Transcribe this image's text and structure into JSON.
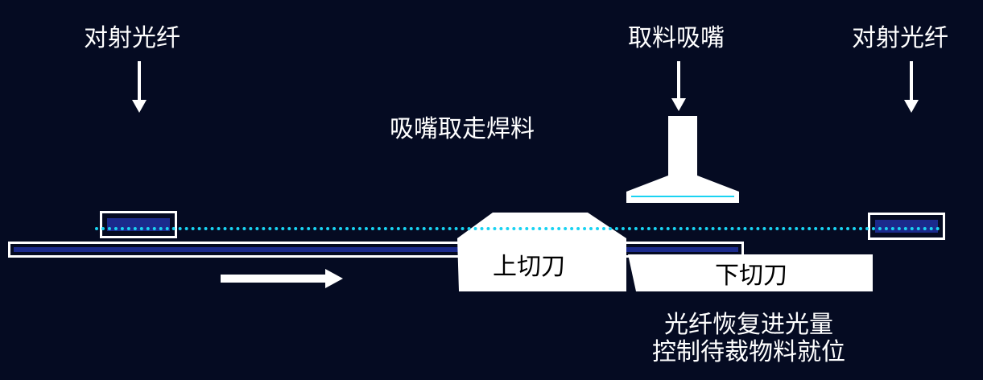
{
  "labels": {
    "sensor_left": "对射光纤",
    "sensor_right": "对射光纤",
    "nozzle": "取料吸嘴",
    "nozzle_action": "吸嘴取走焊料",
    "upper_knife": "上切刀",
    "lower_knife": "下切刀",
    "control_note_line1": "光纤恢复进光量",
    "control_note_line2": "控制待裁物料就位"
  },
  "icons": {
    "sensor_left_arrow": "arrow-down-icon",
    "sensor_right_arrow": "arrow-down-icon",
    "nozzle_arrow": "arrow-down-icon",
    "feed_arrow": "arrow-right-icon"
  },
  "colors": {
    "background": "#050b22",
    "beam": "#19d3f2",
    "material_fill": "#1b2a8c",
    "outline": "#ffffff"
  }
}
